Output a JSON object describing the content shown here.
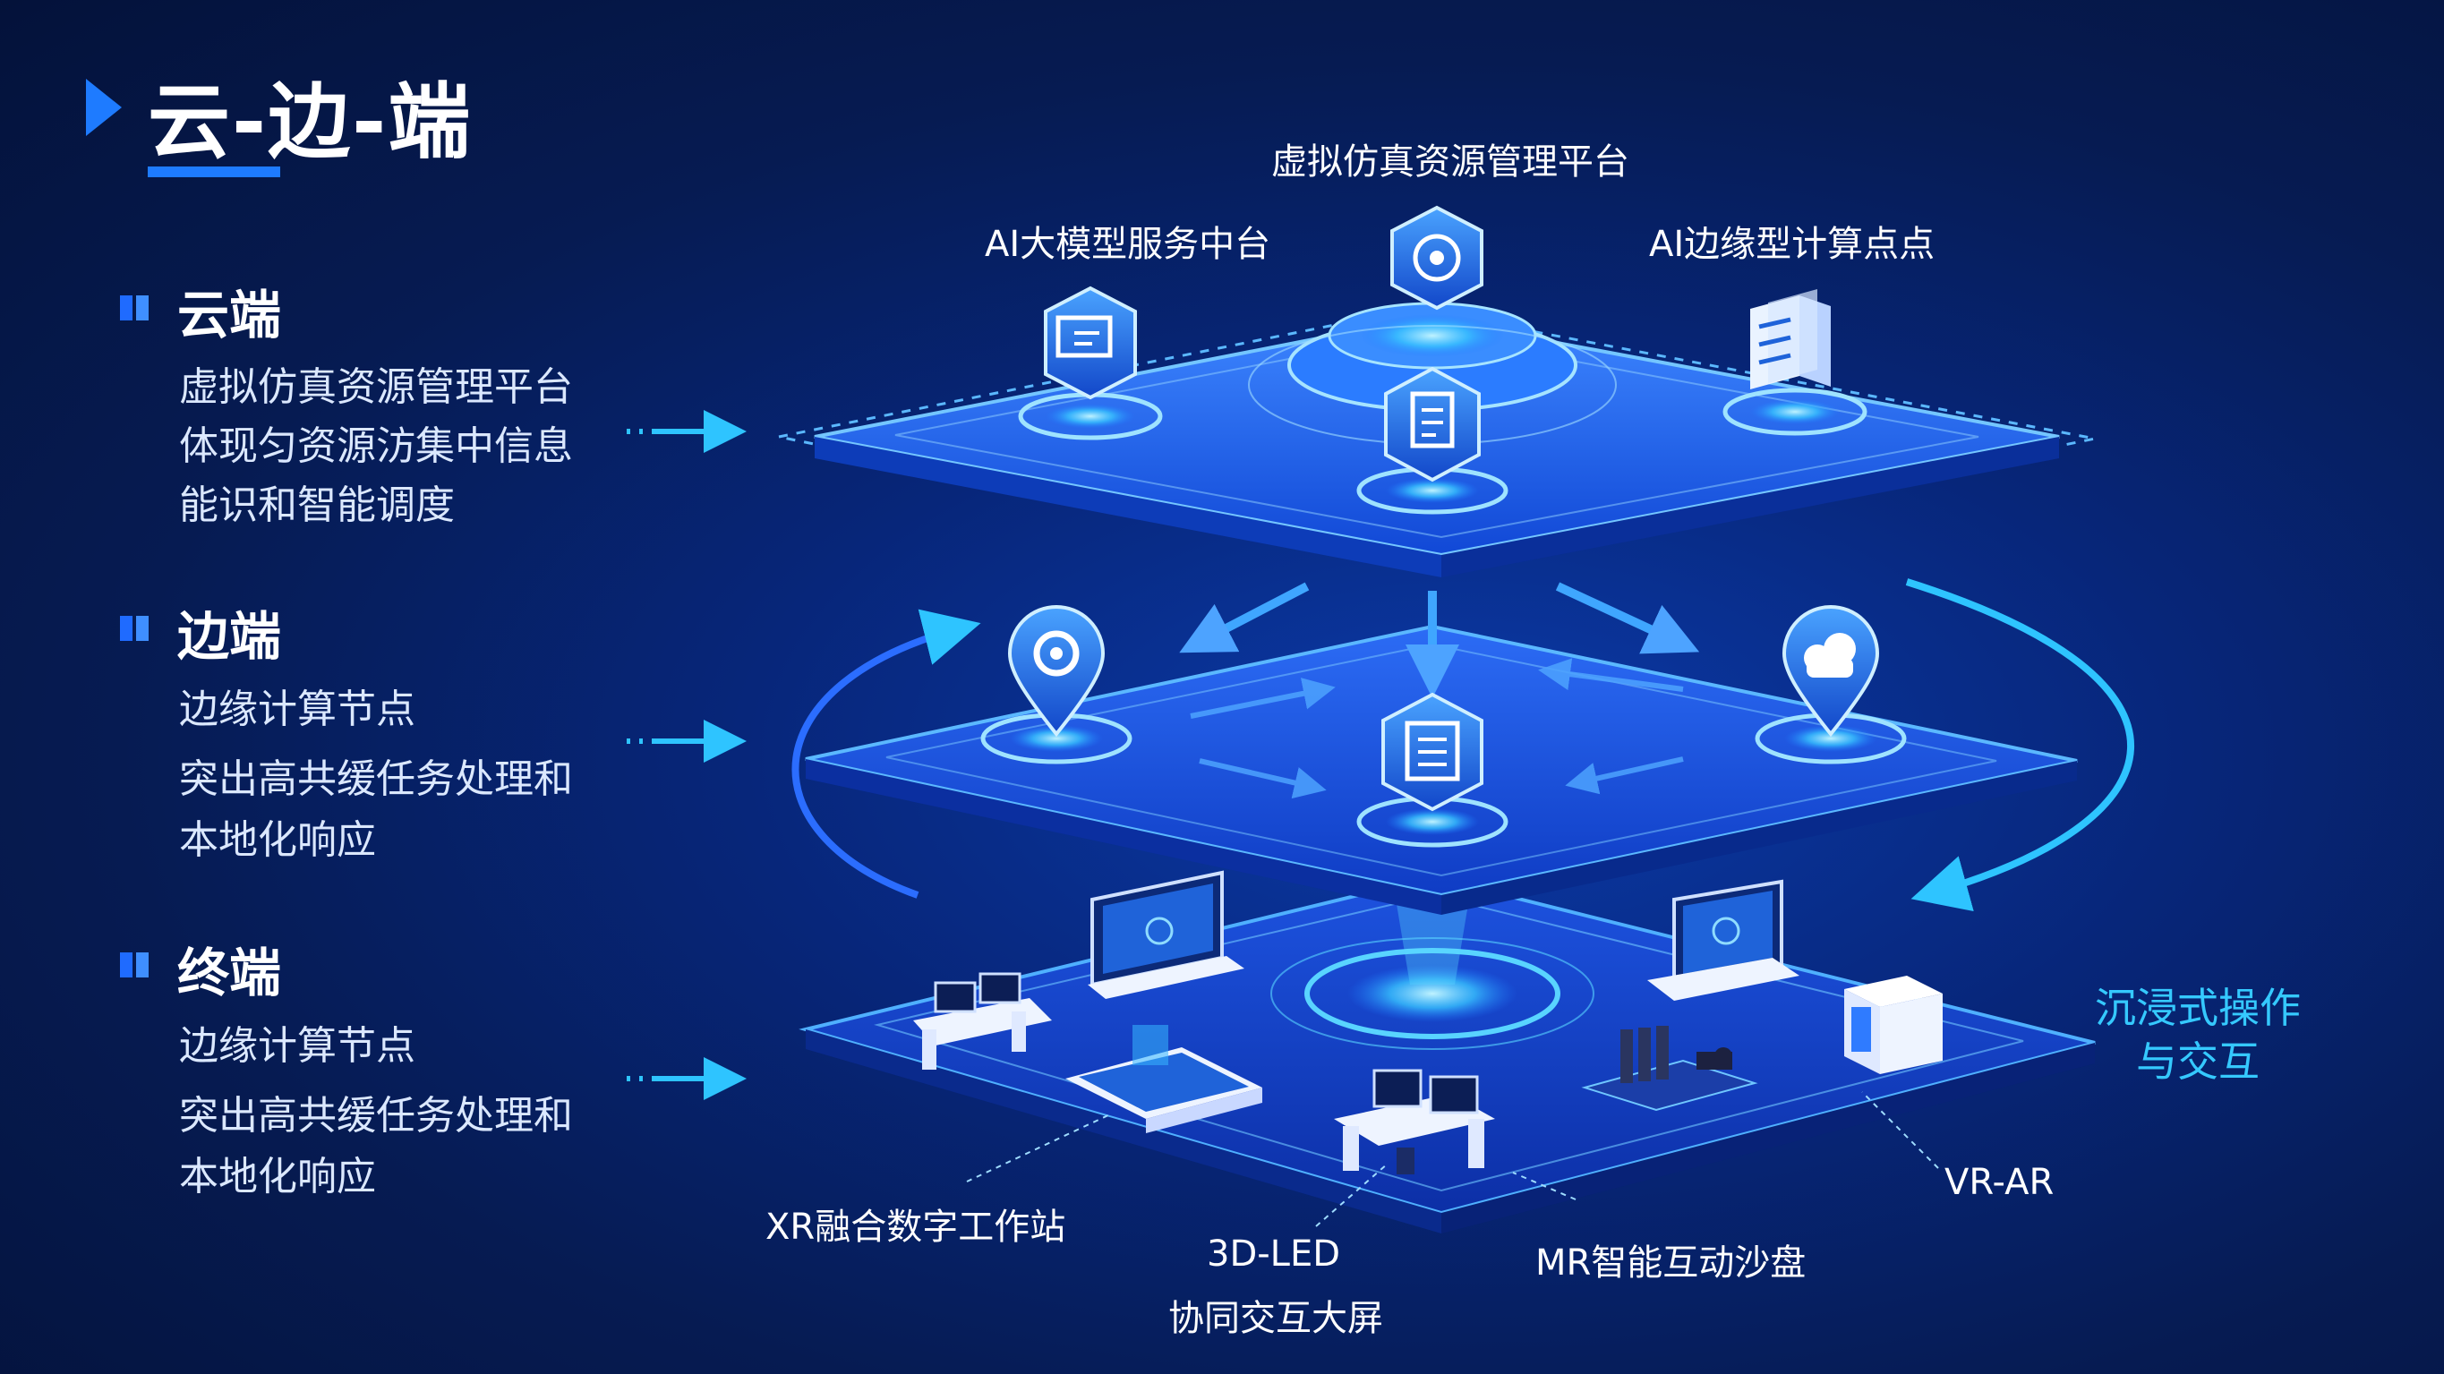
{
  "title": "云-边-端",
  "sections": {
    "cloud": {
      "heading": "云端",
      "lines": [
        "虚拟仿真资源管理平台",
        "体现匀资源汸集中信息",
        "能识和智能调度"
      ]
    },
    "edge": {
      "heading": "边端",
      "lines": [
        "边缘计算节点",
        "突出高共缓任务处理和",
        "本地化响应"
      ]
    },
    "terminal": {
      "heading": "终端",
      "lines": [
        "边缘计算节点",
        "突出高共缓任务处理和",
        "本地化响应"
      ]
    }
  },
  "cloud_labels": {
    "top": "虚拟仿真资源管理平台",
    "left": "AI大模型服务中台",
    "right": "AI边缘型计算点点"
  },
  "terminal_labels": {
    "xr": "XR融合数字工作站",
    "led_line1": "3D-LED",
    "led_line2": "协同交互大屏",
    "mr": "MR智能互动沙盘",
    "vrar": "VR-AR",
    "immersive_line1": "沉浸式操作",
    "immersive_line2": "与交互"
  },
  "icons": {
    "cloud_top": "gear-hexagon-icon",
    "cloud_left": "monitor-hexagon-icon",
    "cloud_center": "document-hexagon-icon",
    "cloud_right": "server-stack-icon",
    "edge_left": "location-pin-icon",
    "edge_center": "document-hexagon-icon",
    "edge_right": "cloud-pin-icon"
  },
  "colors": {
    "accent": "#1e7bff",
    "cyan": "#35c9ff",
    "platform_top": "#1d62f0",
    "background": "#061b52"
  }
}
